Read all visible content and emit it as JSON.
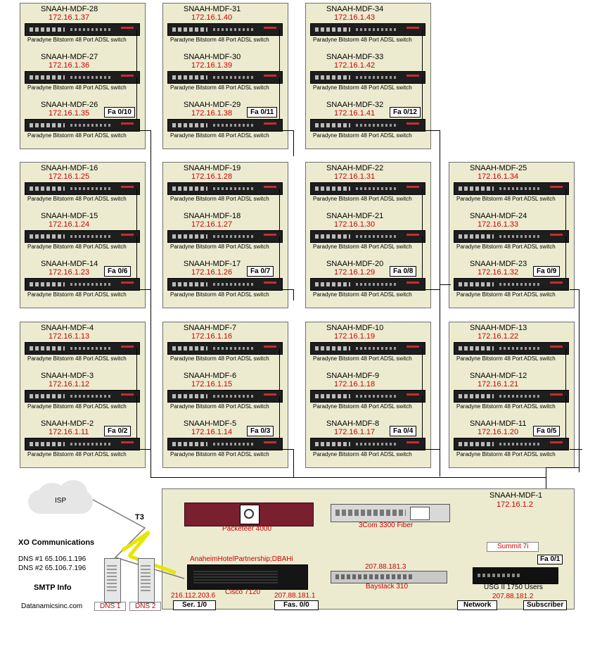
{
  "device_caption": "Paradyne Bitstorm 48 Port ADSL switch",
  "panels": [
    {
      "switches": [
        {
          "name": "SNAAH-MDF-28",
          "ip": "172.16.1.37"
        },
        {
          "name": "SNAAH-MDF-27",
          "ip": "172.16.1.36"
        },
        {
          "name": "SNAAH-MDF-26",
          "ip": "172.16.1.35"
        }
      ],
      "port": "Fa 0/10"
    },
    {
      "switches": [
        {
          "name": "SNAAH-MDF-31",
          "ip": "172.16.1.40"
        },
        {
          "name": "SNAAH-MDF-30",
          "ip": "172.16.1.39"
        },
        {
          "name": "SNAAH-MDF-29",
          "ip": "172.16.1.38"
        }
      ],
      "port": "Fa 0/11"
    },
    {
      "switches": [
        {
          "name": "SNAAH-MDF-34",
          "ip": "172.16.1.43"
        },
        {
          "name": "SNAAH-MDF-33",
          "ip": "172.16.1.42"
        },
        {
          "name": "SNAAH-MDF-32",
          "ip": "172.16.1.41"
        }
      ],
      "port": "Fa 0/12"
    },
    {
      "switches": [
        {
          "name": "SNAAH-MDF-16",
          "ip": "172.16.1.25"
        },
        {
          "name": "SNAAH-MDF-15",
          "ip": "172.16.1.24"
        },
        {
          "name": "SNAAH-MDF-14",
          "ip": "172.16.1.23"
        }
      ],
      "port": "Fa 0/6"
    },
    {
      "switches": [
        {
          "name": "SNAAH-MDF-19",
          "ip": "172.16.1.28"
        },
        {
          "name": "SNAAH-MDF-18",
          "ip": "172.16.1.27"
        },
        {
          "name": "SNAAH-MDF-17",
          "ip": "172.16.1.26"
        }
      ],
      "port": "Fa 0/7"
    },
    {
      "switches": [
        {
          "name": "SNAAH-MDF-22",
          "ip": "172.16.1.31"
        },
        {
          "name": "SNAAH-MDF-21",
          "ip": "172.16.1.30"
        },
        {
          "name": "SNAAH-MDF-20",
          "ip": "172.16.1.29"
        }
      ],
      "port": "Fa 0/8"
    },
    {
      "switches": [
        {
          "name": "SNAAH-MDF-25",
          "ip": "172.16.1.34"
        },
        {
          "name": "SNAAH-MDF-24",
          "ip": "172.16.1.33"
        },
        {
          "name": "SNAAH-MDF-23",
          "ip": "172.16.1.32"
        }
      ],
      "port": "Fa 0/9"
    },
    {
      "switches": [
        {
          "name": "SNAAH-MDF-4",
          "ip": "172.16.1.13"
        },
        {
          "name": "SNAAH-MDF-3",
          "ip": "172.16.1.12"
        },
        {
          "name": "SNAAH-MDF-2",
          "ip": "172.16.1.11"
        }
      ],
      "port": "Fa 0/2"
    },
    {
      "switches": [
        {
          "name": "SNAAH-MDF-7",
          "ip": "172.16.1.16"
        },
        {
          "name": "SNAAH-MDF-6",
          "ip": "172.16.1.15"
        },
        {
          "name": "SNAAH-MDF-5",
          "ip": "172.16.1.14"
        }
      ],
      "port": "Fa 0/3"
    },
    {
      "switches": [
        {
          "name": "SNAAH-MDF-10",
          "ip": "172.16.1.19"
        },
        {
          "name": "SNAAH-MDF-9",
          "ip": "172.16.1.18"
        },
        {
          "name": "SNAAH-MDF-8",
          "ip": "172.16.1.17"
        }
      ],
      "port": "Fa 0/4"
    },
    {
      "switches": [
        {
          "name": "SNAAH-MDF-13",
          "ip": "172.16.1.22"
        },
        {
          "name": "SNAAH-MDF-12",
          "ip": "172.16.1.21"
        },
        {
          "name": "SNAAH-MDF-11",
          "ip": "172.16.1.20"
        }
      ],
      "port": "Fa 0/5"
    }
  ],
  "core": {
    "mdf1_name": "SNAAH-MDF-1",
    "mdf1_ip": "172.16.1.2",
    "packeteer": "Packeteer 4000",
    "com3": "3Com 3300 Fiber",
    "summit": "Summit 7i",
    "fa01": "Fa 0/1",
    "baystack_ip": "207.88.181.3",
    "baystack": "Baystack 310",
    "usg": "USG II 1750 Users",
    "usg_ip": "207.88.181.2",
    "cisco_owner": "AnaheimHotelPartnership;DBAHi",
    "cisco": "Cisco 7120",
    "cisco_wan_ip": "216.112.203.6",
    "cisco_lan_ip": "207.88.181.1",
    "ser_port": "Ser. 1/0",
    "fas_port": "Fas. 0/0",
    "network": "Network",
    "subscriber": "Subscriber"
  },
  "isp": {
    "cloud": "ISP",
    "link": "T3",
    "provider": "XO Communications",
    "dns1": "DNS #1 65.106.1.196",
    "dns2": "DNS #2 65.106.7.196",
    "smtp": "SMTP Info",
    "domain": "Datanamicsinc.com",
    "dns1_label": "DNS 1",
    "dns2_label": "DNS 2"
  }
}
